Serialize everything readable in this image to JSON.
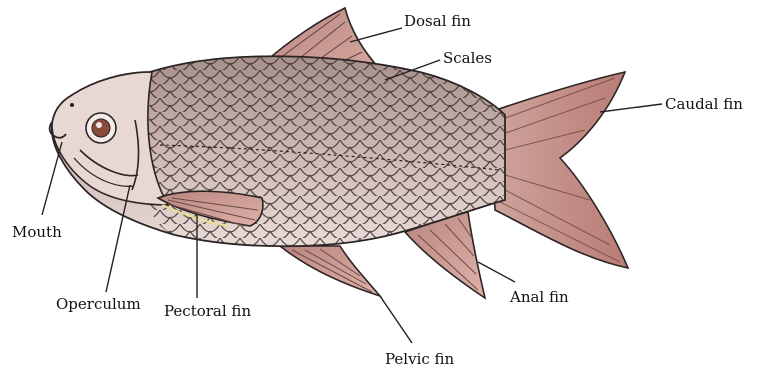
{
  "diagram": {
    "labels": {
      "dorsal_fin": "Dosal fin",
      "scales": "Scales",
      "caudal_fin": "Caudal fin",
      "mouth": "Mouth",
      "operculum": "Operculum",
      "pectoral_fin": "Pectoral fin",
      "anal_fin": "Anal fin",
      "pelvic_fin": "Pelvic fin"
    },
    "colors": {
      "body": "#cdb7b3",
      "head": "#e7d8d4",
      "fin": "#c98f88",
      "outline": "#2b2424",
      "scale": "#3a2f2f"
    }
  }
}
